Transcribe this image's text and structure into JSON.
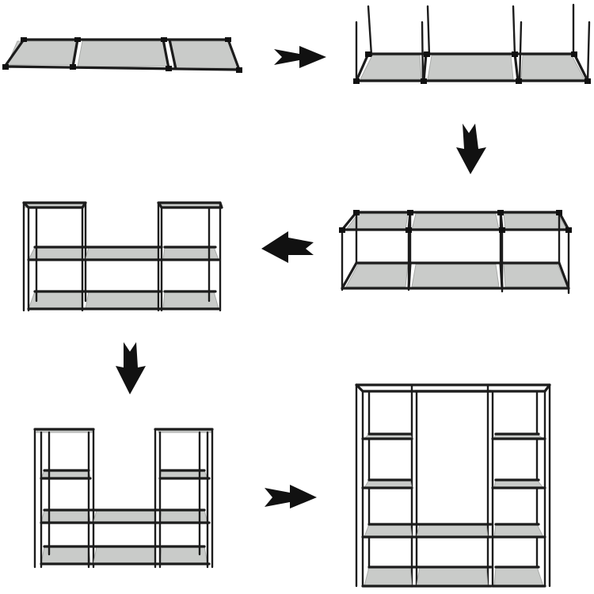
{
  "diagram": {
    "type": "assembly-sequence",
    "colors": {
      "frame": "#1c1c1c",
      "shelf_fabric": "#c9cbc9",
      "shelf_edge": "#a9aba9",
      "arrow": "#111111",
      "background": "#ffffff"
    },
    "steps": [
      {
        "id": 1,
        "stage": "flat-shelf-row"
      },
      {
        "id": 2,
        "stage": "uprights-inserted"
      },
      {
        "id": 3,
        "stage": "two-tier-unit"
      },
      {
        "id": 4,
        "stage": "side-towers-three-tier"
      },
      {
        "id": 5,
        "stage": "side-towers-four-tier"
      },
      {
        "id": 6,
        "stage": "complete-wardrobe-with-hanging-rail"
      }
    ],
    "arrows": [
      {
        "from": 1,
        "to": 2,
        "direction": "right"
      },
      {
        "from": 2,
        "to": 3,
        "direction": "down"
      },
      {
        "from": 3,
        "to": 4,
        "direction": "left"
      },
      {
        "from": 4,
        "to": 5,
        "direction": "down"
      },
      {
        "from": 5,
        "to": 6,
        "direction": "right"
      }
    ]
  }
}
